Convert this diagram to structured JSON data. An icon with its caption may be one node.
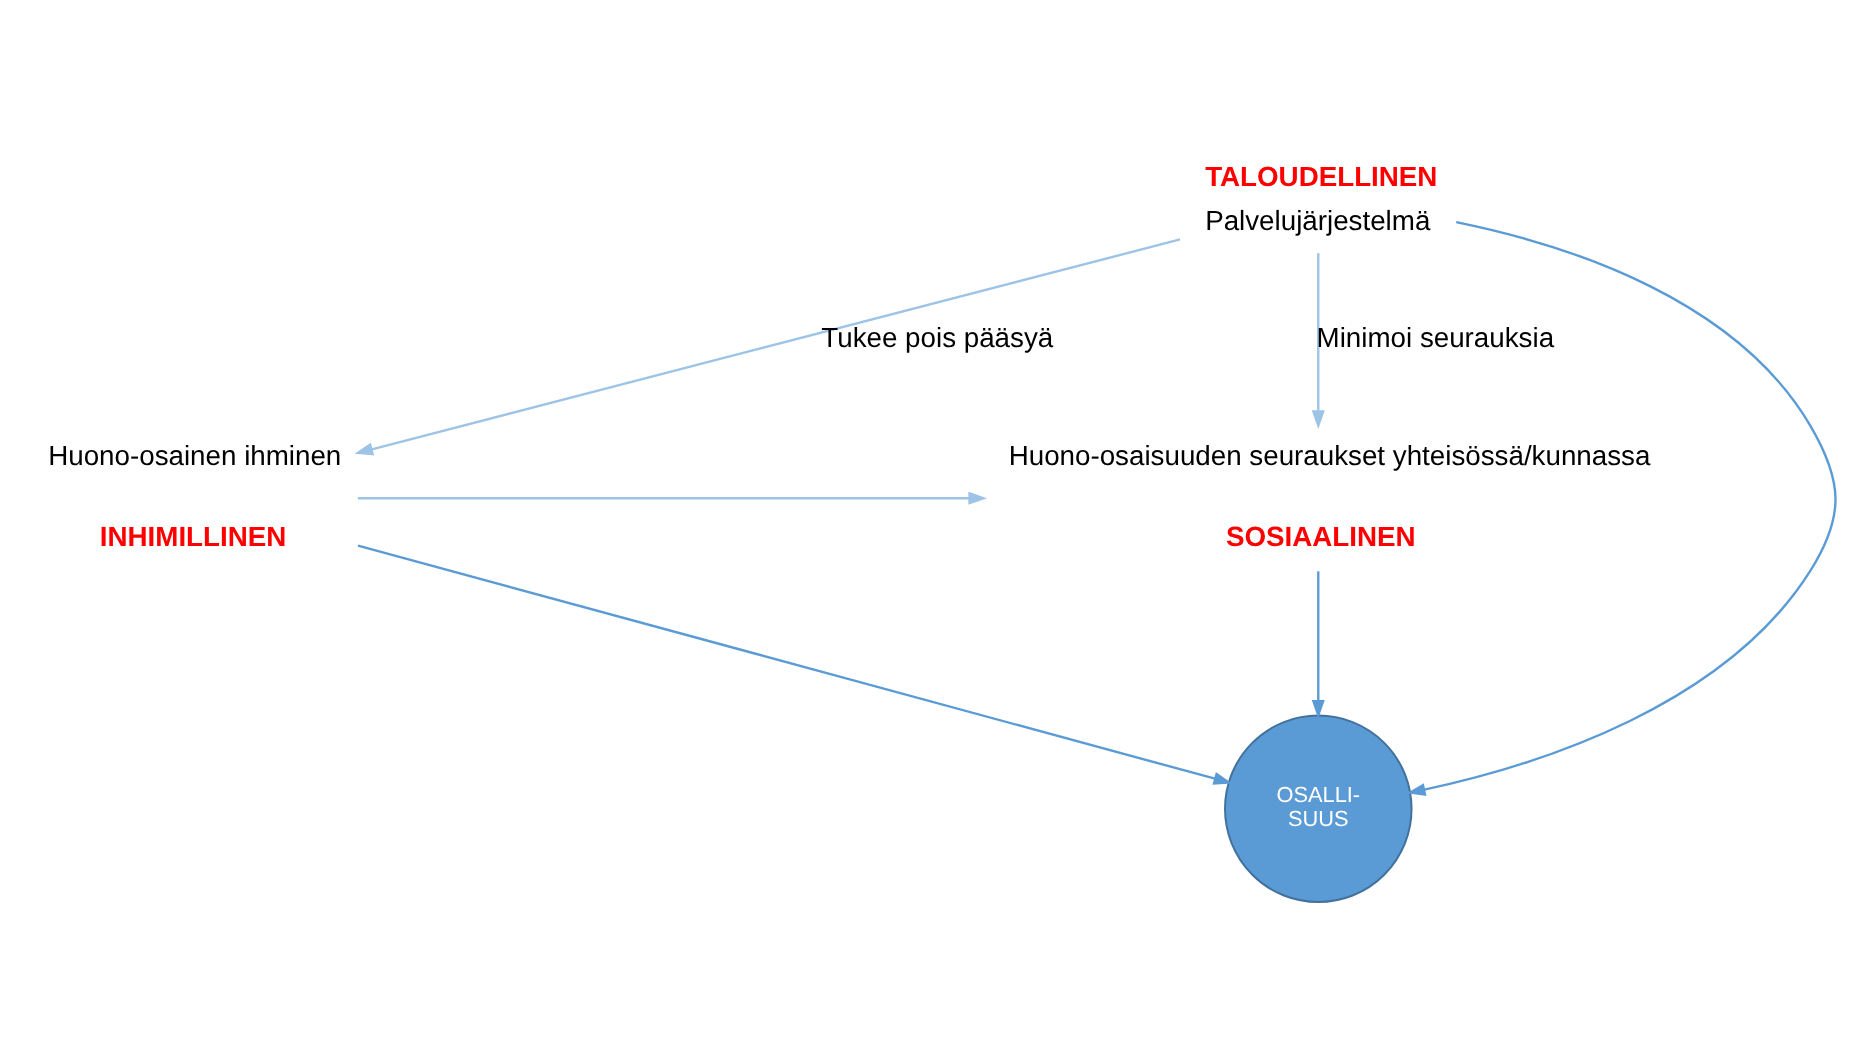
{
  "diagram": {
    "nodes": [
      {
        "text": [
          "Palvelujärjestelmä"
        ],
        "beside": [
          "TALOUDELLINEN"
        ]
      },
      {
        "text": [
          "Huono-osainen ihminen"
        ],
        "beside": [
          "INHIMILLINEN"
        ]
      },
      {
        "text": [
          "Huono-osaisuuden seuraukset yhteisössä/kunnassa"
        ],
        "beside": [
          "SOSIAALINEN"
        ]
      },
      {
        "text": [
          "OSALLI- SUUS"
        ]
      }
    ],
    "edges": [
      {
        "from": 0,
        "to": 3,
        "arrow": "to"
      },
      {
        "from": 0,
        "to": 1,
        "arrow": "to",
        "label": "Tukee pois pääsyä",
        "color": "#9dc3e6"
      },
      {
        "from": 0,
        "to": 2,
        "arrow": "to",
        "label": "Minimoi seurauksia",
        "color": "#9dc3e6"
      },
      {
        "from": 1,
        "to": 3,
        "arrow": "to"
      },
      {
        "from": 2,
        "to": 3,
        "arrow": "to"
      },
      {
        "from": 1,
        "to": 2,
        "arrow": "to",
        "color": "#9dc3e6"
      }
    ]
  }
}
